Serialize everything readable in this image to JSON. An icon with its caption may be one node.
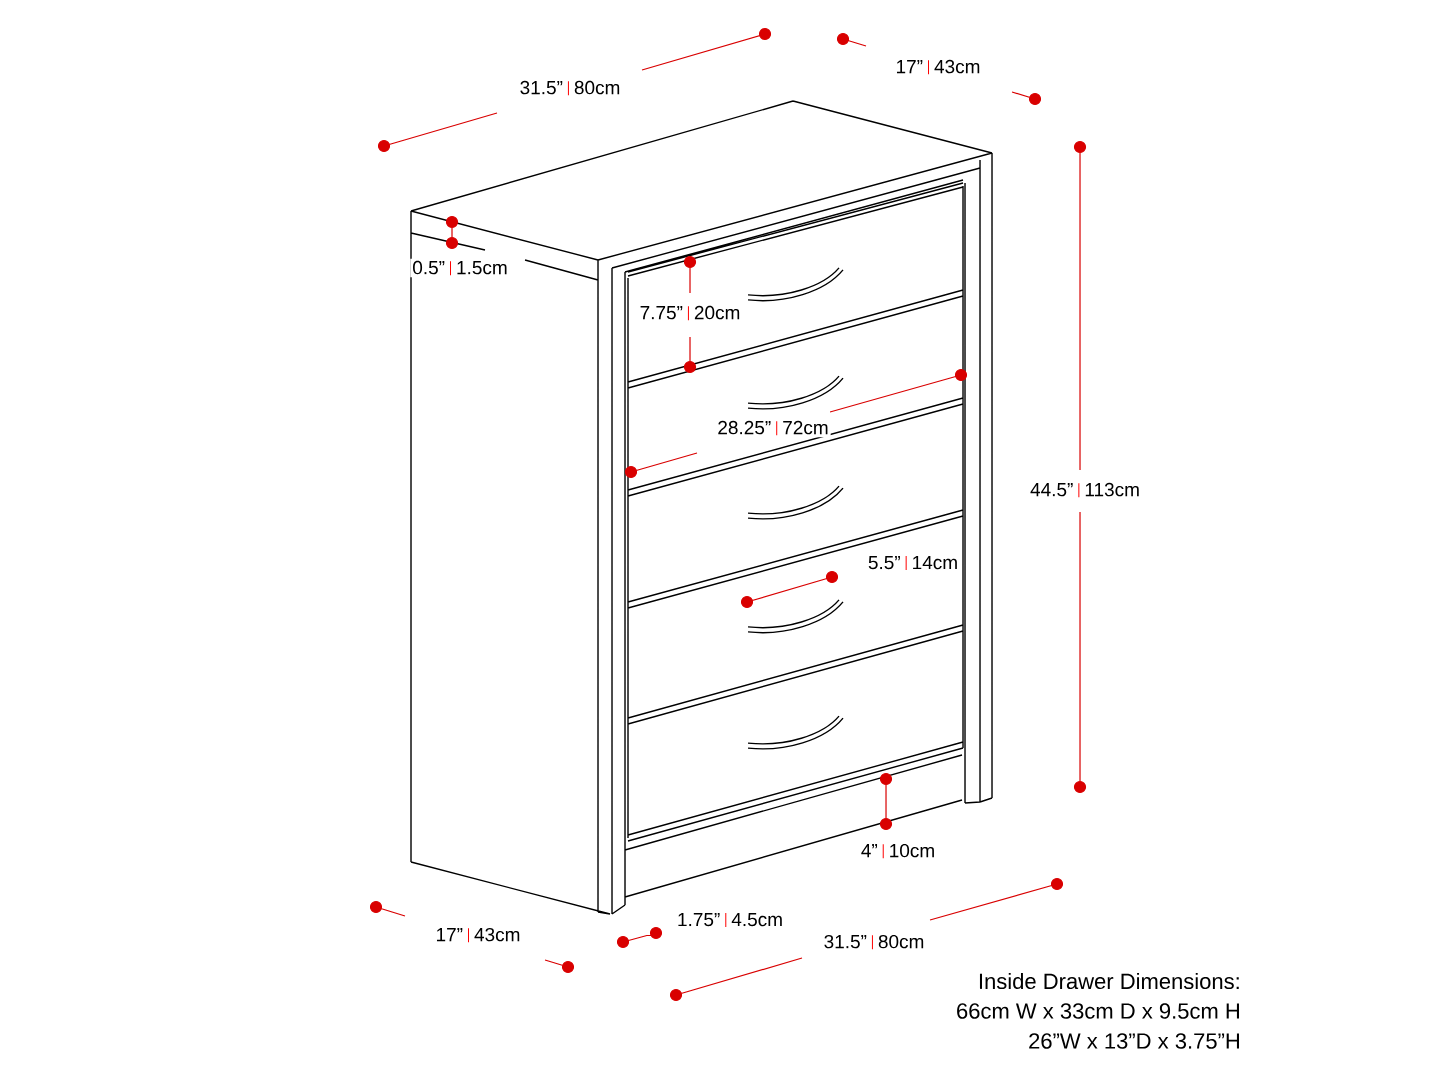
{
  "diagram": {
    "labels": [
      "31.5”",
      "80cm",
      "17”",
      "43cm",
      "0.5”",
      "1.5cm",
      "7.75”",
      "20cm",
      "28.25”",
      "72cm",
      "44.5”",
      "113cm",
      "5.5”",
      "14cm",
      "4”",
      "10cm",
      "1.75”",
      "4.5cm",
      "17”",
      "43cm",
      "31.5”",
      "80cm",
      "Inside Drawer Dimensions:",
      "66cm W x 33cm D x 9.5cm H",
      "26”W x 13”D x 3.75”H"
    ]
  }
}
